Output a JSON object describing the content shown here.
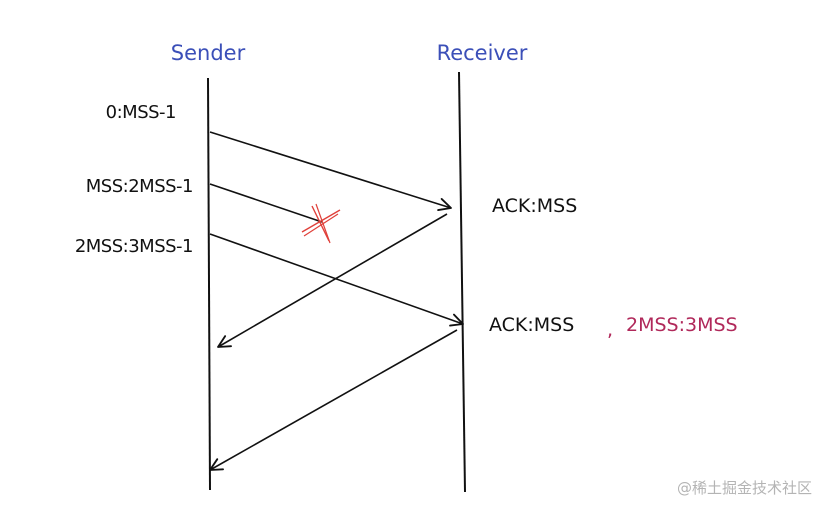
{
  "participants": {
    "sender": "Sender",
    "receiver": "Receiver"
  },
  "segments": [
    "0:MSS-1",
    "MSS:2MSS-1",
    "2MSS:3MSS-1"
  ],
  "acks": {
    "first": "ACK:MSS",
    "second": "ACK:MSS",
    "separator": ",",
    "sack_block": "2MSS:3MSS"
  },
  "colors": {
    "ink": "#111111",
    "header": "#3b4fb8",
    "loss_mark": "#e0403a",
    "sack": "#b0285a",
    "watermark": "#b4b4b4"
  },
  "watermark": "@稀土掘金技术社区"
}
